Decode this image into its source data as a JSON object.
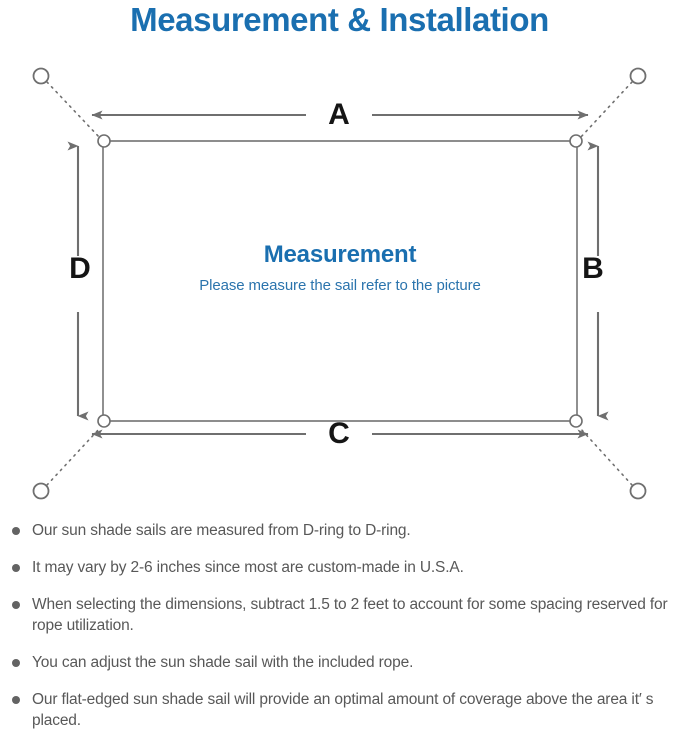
{
  "page": {
    "title": "Measurement & Installation",
    "title_color": "#1a6fb0",
    "background": "#ffffff"
  },
  "diagram": {
    "name": "sun-shade-sail-measurement-diagram",
    "sail": {
      "caption_title": "Measurement",
      "caption_subtitle": "Please measure the sail refer to the picture",
      "stroke_color": "#7d7d7d",
      "fill_color": "#ffffff"
    },
    "dimension_labels": [
      {
        "key": "a",
        "label": "A",
        "edge": "top",
        "orientation": "horizontal"
      },
      {
        "key": "b",
        "label": "B",
        "edge": "right",
        "orientation": "vertical"
      },
      {
        "key": "c",
        "label": "C",
        "edge": "bottom",
        "orientation": "horizontal"
      },
      {
        "key": "d",
        "label": "D",
        "edge": "left",
        "orientation": "vertical"
      }
    ],
    "corner_anchors": [
      {
        "key": "top-left",
        "name": "anchor-point-top-left"
      },
      {
        "key": "top-right",
        "name": "anchor-point-top-right"
      },
      {
        "key": "bottom-left",
        "name": "anchor-point-bottom-left"
      },
      {
        "key": "bottom-right",
        "name": "anchor-point-bottom-right"
      }
    ],
    "d_rings": [
      {
        "key": "top-left",
        "name": "d-ring-top-left"
      },
      {
        "key": "top-right",
        "name": "d-ring-top-right"
      },
      {
        "key": "bottom-left",
        "name": "d-ring-bottom-left"
      },
      {
        "key": "bottom-right",
        "name": "d-ring-bottom-right"
      }
    ],
    "arrow_color": "#6f6f6f",
    "rope_style": "dotted"
  },
  "notes": {
    "bullet_color": "#636363",
    "text_color": "#585858",
    "items": [
      "Our sun shade sails are measured from D-ring to D-ring.",
      "It may vary by 2-6 inches since most are custom-made in U.S.A.",
      "When selecting the dimensions, subtract 1.5 to 2 feet to account for some spacing reserved for rope utilization.",
      "You can adjust the sun shade sail with the included rope.",
      "Our flat-edged sun shade sail will provide an optimal amount of coverage above the area it′ s placed."
    ]
  }
}
